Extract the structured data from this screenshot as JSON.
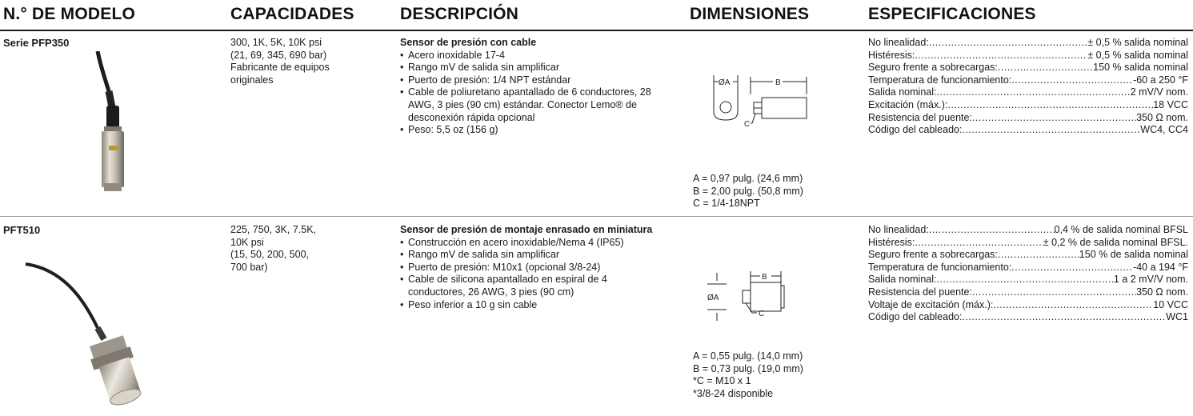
{
  "columns": {
    "model": "N.° DE MODELO",
    "capacities": "CAPACIDADES",
    "description": "DESCRIPCIÓN",
    "dimensions": "DIMENSIONES",
    "specifications": "ESPECIFICACIONES"
  },
  "rows": [
    {
      "model": "Serie PFP350",
      "capacities": [
        "300, 1K, 5K, 10K psi",
        "(21, 69, 345, 690 bar)",
        "Fabricante de equipos",
        "originales"
      ],
      "desc_title": "Sensor de presión con cable",
      "desc_items": [
        "Acero inoxidable 17-4",
        "Rango mV de salida sin amplificar",
        "Puerto de presión: 1/4 NPT estándar",
        "Cable de poliuretano apantallado de 6 conductores, 28 AWG, 3 pies (90 cm) estándar. Conector Lemo® de desconexión rápida opcional",
        "Peso: 5,5 oz (156 g)"
      ],
      "dims": [
        "A = 0,97 pulg. (24,6 mm)",
        "B = 2,00 pulg. (50,8 mm)",
        "C = 1/4-18NPT"
      ],
      "diagram": {
        "a": "ØA",
        "b": "B",
        "c": "C"
      },
      "specs": [
        {
          "label": "No linealidad:",
          "value": "± 0,5 % salida nominal"
        },
        {
          "label": "Histéresis:",
          "value": "± 0,5 % salida nominal"
        },
        {
          "label": "Seguro frente a sobrecargas:",
          "value": "150 % salida nominal"
        },
        {
          "label": "Temperatura de funcionamiento:",
          "value": "-60 a 250 °F"
        },
        {
          "label": "Salida nominal:",
          "value": "2 mV/V nom."
        },
        {
          "label": "Excitación (máx.):",
          "value": "18 VCC"
        },
        {
          "label": "Resistencia del puente:",
          "value": "350 Ω nom."
        },
        {
          "label": "Código del cableado:",
          "value": "WC4, CC4"
        }
      ]
    },
    {
      "model": "PFT510",
      "capacities": [
        "225, 750, 3K, 7.5K,",
        "10K psi",
        "(15, 50, 200, 500,",
        "700 bar)"
      ],
      "desc_title": "Sensor de presión de montaje enrasado en miniatura",
      "desc_items": [
        "Construcción en acero inoxidable/Nema 4 (IP65)",
        "Rango mV de salida sin amplificar",
        "Puerto de presión: M10x1 (opcional 3/8-24)",
        "Cable de silicona apantallado en espiral de 4 conductores, 26 AWG, 3 pies (90 cm)",
        "Peso inferior a 10 g sin cable"
      ],
      "dims": [
        "A = 0,55 pulg. (14,0 mm)",
        "B = 0,73 pulg. (19,0 mm)",
        "*C = M10 x 1",
        "*3/8-24 disponible"
      ],
      "diagram": {
        "a": "ØA",
        "b": "B",
        "c": "C"
      },
      "specs": [
        {
          "label": "No linealidad:",
          "value": "0,4 % de salida nominal BFSL"
        },
        {
          "label": "Histéresis:",
          "value": "± 0,2 % de salida nominal BFSL."
        },
        {
          "label": "Seguro frente a sobrecargas:",
          "value": "150 % de salida nominal"
        },
        {
          "label": "Temperatura de funcionamiento:",
          "value": "-40 a 194 °F"
        },
        {
          "label": "Salida nominal:",
          "value": "1 a 2 mV/V nom."
        },
        {
          "label": "Resistencia del puente:",
          "value": "350 Ω nom."
        },
        {
          "label": "Voltaje de excitación (máx.):",
          "value": "10 VCC"
        },
        {
          "label": "Código del cableado:",
          "value": "WC1"
        }
      ]
    }
  ]
}
